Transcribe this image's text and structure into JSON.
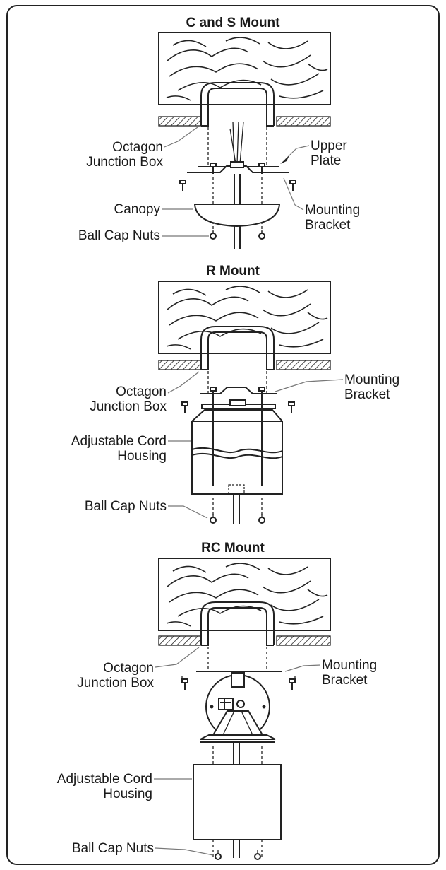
{
  "panels": [
    {
      "title": "C and S Mount",
      "labels": {
        "octagon": [
          "Octagon",
          "Junction Box"
        ],
        "upper_plate": [
          "Upper",
          "Plate"
        ],
        "canopy": "Canopy",
        "mounting_bracket": [
          "Mounting",
          "Bracket"
        ],
        "ball_cap_nuts": "Ball Cap Nuts"
      }
    },
    {
      "title": "R Mount",
      "labels": {
        "octagon": [
          "Octagon",
          "Junction Box"
        ],
        "mounting_bracket": [
          "Mounting",
          "Bracket"
        ],
        "cord_housing": [
          "Adjustable Cord",
          "Housing"
        ],
        "ball_cap_nuts": "Ball Cap Nuts"
      }
    },
    {
      "title": "RC Mount",
      "labels": {
        "octagon": [
          "Octagon",
          "Junction Box"
        ],
        "mounting_bracket": [
          "Mounting",
          "Bracket"
        ],
        "cord_housing": [
          "Adjustable Cord",
          "Housing"
        ],
        "ball_cap_nuts": "Ball Cap Nuts"
      }
    }
  ]
}
